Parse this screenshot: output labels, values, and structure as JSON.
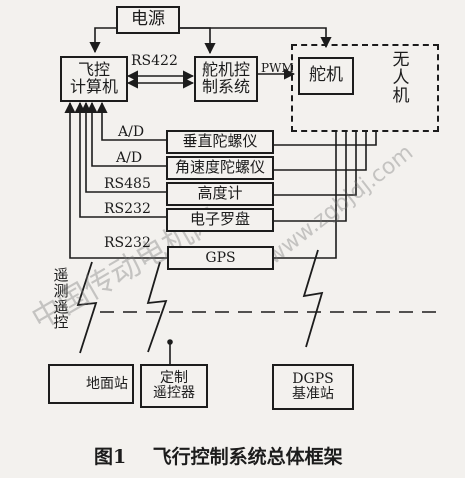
{
  "blocks": {
    "power": "电源",
    "flight_computer": [
      "飞控",
      "计算机"
    ],
    "servo_system": [
      "舵机控",
      "制系统"
    ],
    "servo": "舵机",
    "uav": [
      "无",
      "人",
      "机"
    ],
    "vertical_gyro": "垂直陀螺仪",
    "rate_gyro": "角速度陀螺仪",
    "altimeter": "高度计",
    "compass": "电子罗盘",
    "gps": "GPS",
    "ground_station": "地面站",
    "rc": [
      "定制",
      "遥控器"
    ],
    "dgps": [
      "DGPS",
      "基准站"
    ]
  },
  "links": {
    "rs422": "RS422",
    "pwm": "PWM",
    "ad1": "A/D",
    "ad2": "A/D",
    "rs485": "RS485",
    "rs232_1": "RS232",
    "rs232_2": "RS232"
  },
  "telemetry": [
    "遥",
    "测",
    "遥",
    "控"
  ],
  "caption": "图1    飞行控制系统总体框架",
  "watermark": {
    "diag": "中国传动电机网",
    "url": "www.zgbjdj.com"
  }
}
